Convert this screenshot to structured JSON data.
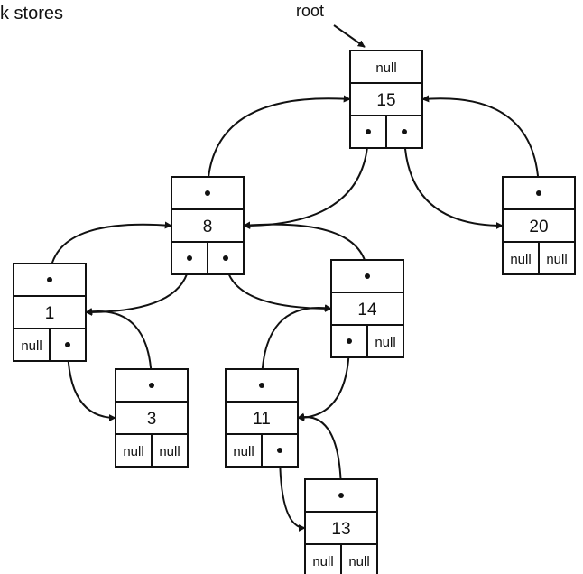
{
  "caption": "k stores",
  "root_label": "root",
  "null_text": "null",
  "nodes": [
    {
      "id": "n15",
      "key": "15",
      "parent": "null",
      "left": "ptr",
      "right": "ptr"
    },
    {
      "id": "n8",
      "key": "8",
      "parent": "ptr",
      "left": "ptr",
      "right": "ptr"
    },
    {
      "id": "n20",
      "key": "20",
      "parent": "ptr",
      "left": "null",
      "right": "null"
    },
    {
      "id": "n1",
      "key": "1",
      "parent": "ptr",
      "left": "null",
      "right": "ptr"
    },
    {
      "id": "n14",
      "key": "14",
      "parent": "ptr",
      "left": "ptr",
      "right": "null"
    },
    {
      "id": "n3",
      "key": "3",
      "parent": "ptr",
      "left": "null",
      "right": "null"
    },
    {
      "id": "n11",
      "key": "11",
      "parent": "ptr",
      "left": "null",
      "right": "ptr"
    },
    {
      "id": "n13",
      "key": "13",
      "parent": "ptr",
      "left": "null",
      "right": "null"
    }
  ],
  "edges": [
    {
      "from": "n15",
      "to": "n8",
      "kind": "left"
    },
    {
      "from": "n8",
      "to": "n15",
      "kind": "parent"
    },
    {
      "from": "n15",
      "to": "n20",
      "kind": "right"
    },
    {
      "from": "n20",
      "to": "n15",
      "kind": "parent"
    },
    {
      "from": "n8",
      "to": "n1",
      "kind": "left"
    },
    {
      "from": "n1",
      "to": "n8",
      "kind": "parent"
    },
    {
      "from": "n8",
      "to": "n14",
      "kind": "right"
    },
    {
      "from": "n14",
      "to": "n8",
      "kind": "parent"
    },
    {
      "from": "n1",
      "to": "n3",
      "kind": "right"
    },
    {
      "from": "n3",
      "to": "n1",
      "kind": "parent"
    },
    {
      "from": "n14",
      "to": "n11",
      "kind": "left"
    },
    {
      "from": "n11",
      "to": "n14",
      "kind": "parent"
    },
    {
      "from": "n11",
      "to": "n13",
      "kind": "right"
    },
    {
      "from": "n13",
      "to": "n11",
      "kind": "parent"
    }
  ]
}
